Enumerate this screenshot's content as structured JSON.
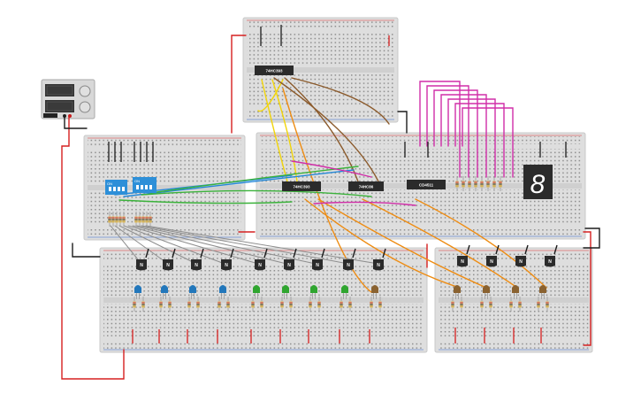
{
  "circuit": {
    "chips": [
      "74HC393",
      "74HC393",
      "74HC86",
      "CD4511"
    ],
    "transistor_label": "N",
    "dip_label": "ON",
    "dip_numbers": "1 2 3 4",
    "display_digit": "8",
    "colors": {
      "breadboard": "#dedede",
      "hole": "#8a8a8a",
      "wire_red": "#d62020",
      "wire_black": "#1c1c1c",
      "wire_yellow": "#f2d50a",
      "wire_brown": "#8b5a2b",
      "wire_orange": "#ee8c12",
      "wire_blue": "#2488d8",
      "wire_green": "#3bb23b",
      "wire_magenta": "#d02ea8",
      "wire_gray": "#8e8e8e",
      "led_blue": "#2277bb",
      "led_green": "#2fa52f",
      "led_brown": "#8a6230",
      "dip_switch": "#2d8fd8"
    }
  }
}
